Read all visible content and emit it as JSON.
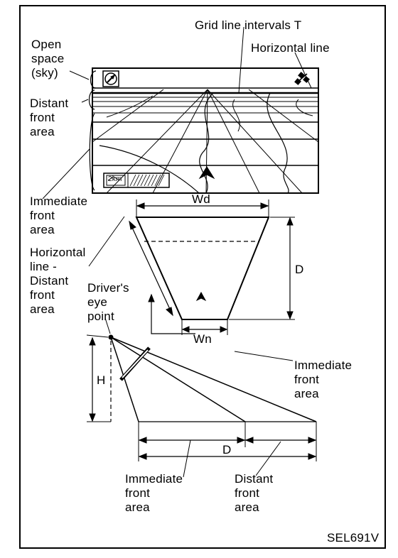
{
  "labels": {
    "grid_line_intervals": "Grid line intervals T",
    "horizontal_line": "Horizontal line",
    "open_space_sky": "Open\nspace\n(sky)",
    "distant_front_area_top": "Distant\nfront\narea",
    "immediate_front_area_top": "Immediate\nfront\narea",
    "horizontal_line_distant_front_area": "Horizontal\nline -\nDistant\nfront\narea",
    "drivers_eye_point": "Driver's\neye\npoint",
    "immediate_front_area_right": "Immediate\nfront\narea",
    "immediate_front_area_bottom": "Immediate\nfront\narea",
    "distant_front_area_bottom": "Distant\nfront\narea",
    "dim_wd": "Wd",
    "dim_wn": "Wn",
    "dim_d_side": "D",
    "dim_h": "H",
    "dim_d_bottom": "D",
    "scale_badge": "2km",
    "figure_code": "SEL691V"
  },
  "icons": {
    "compass": "compass-icon",
    "gps": "gps-satellite-icon",
    "vehicle_position": "vehicle-arrow-icon"
  },
  "colors": {
    "ink": "#000000",
    "paper": "#ffffff"
  }
}
